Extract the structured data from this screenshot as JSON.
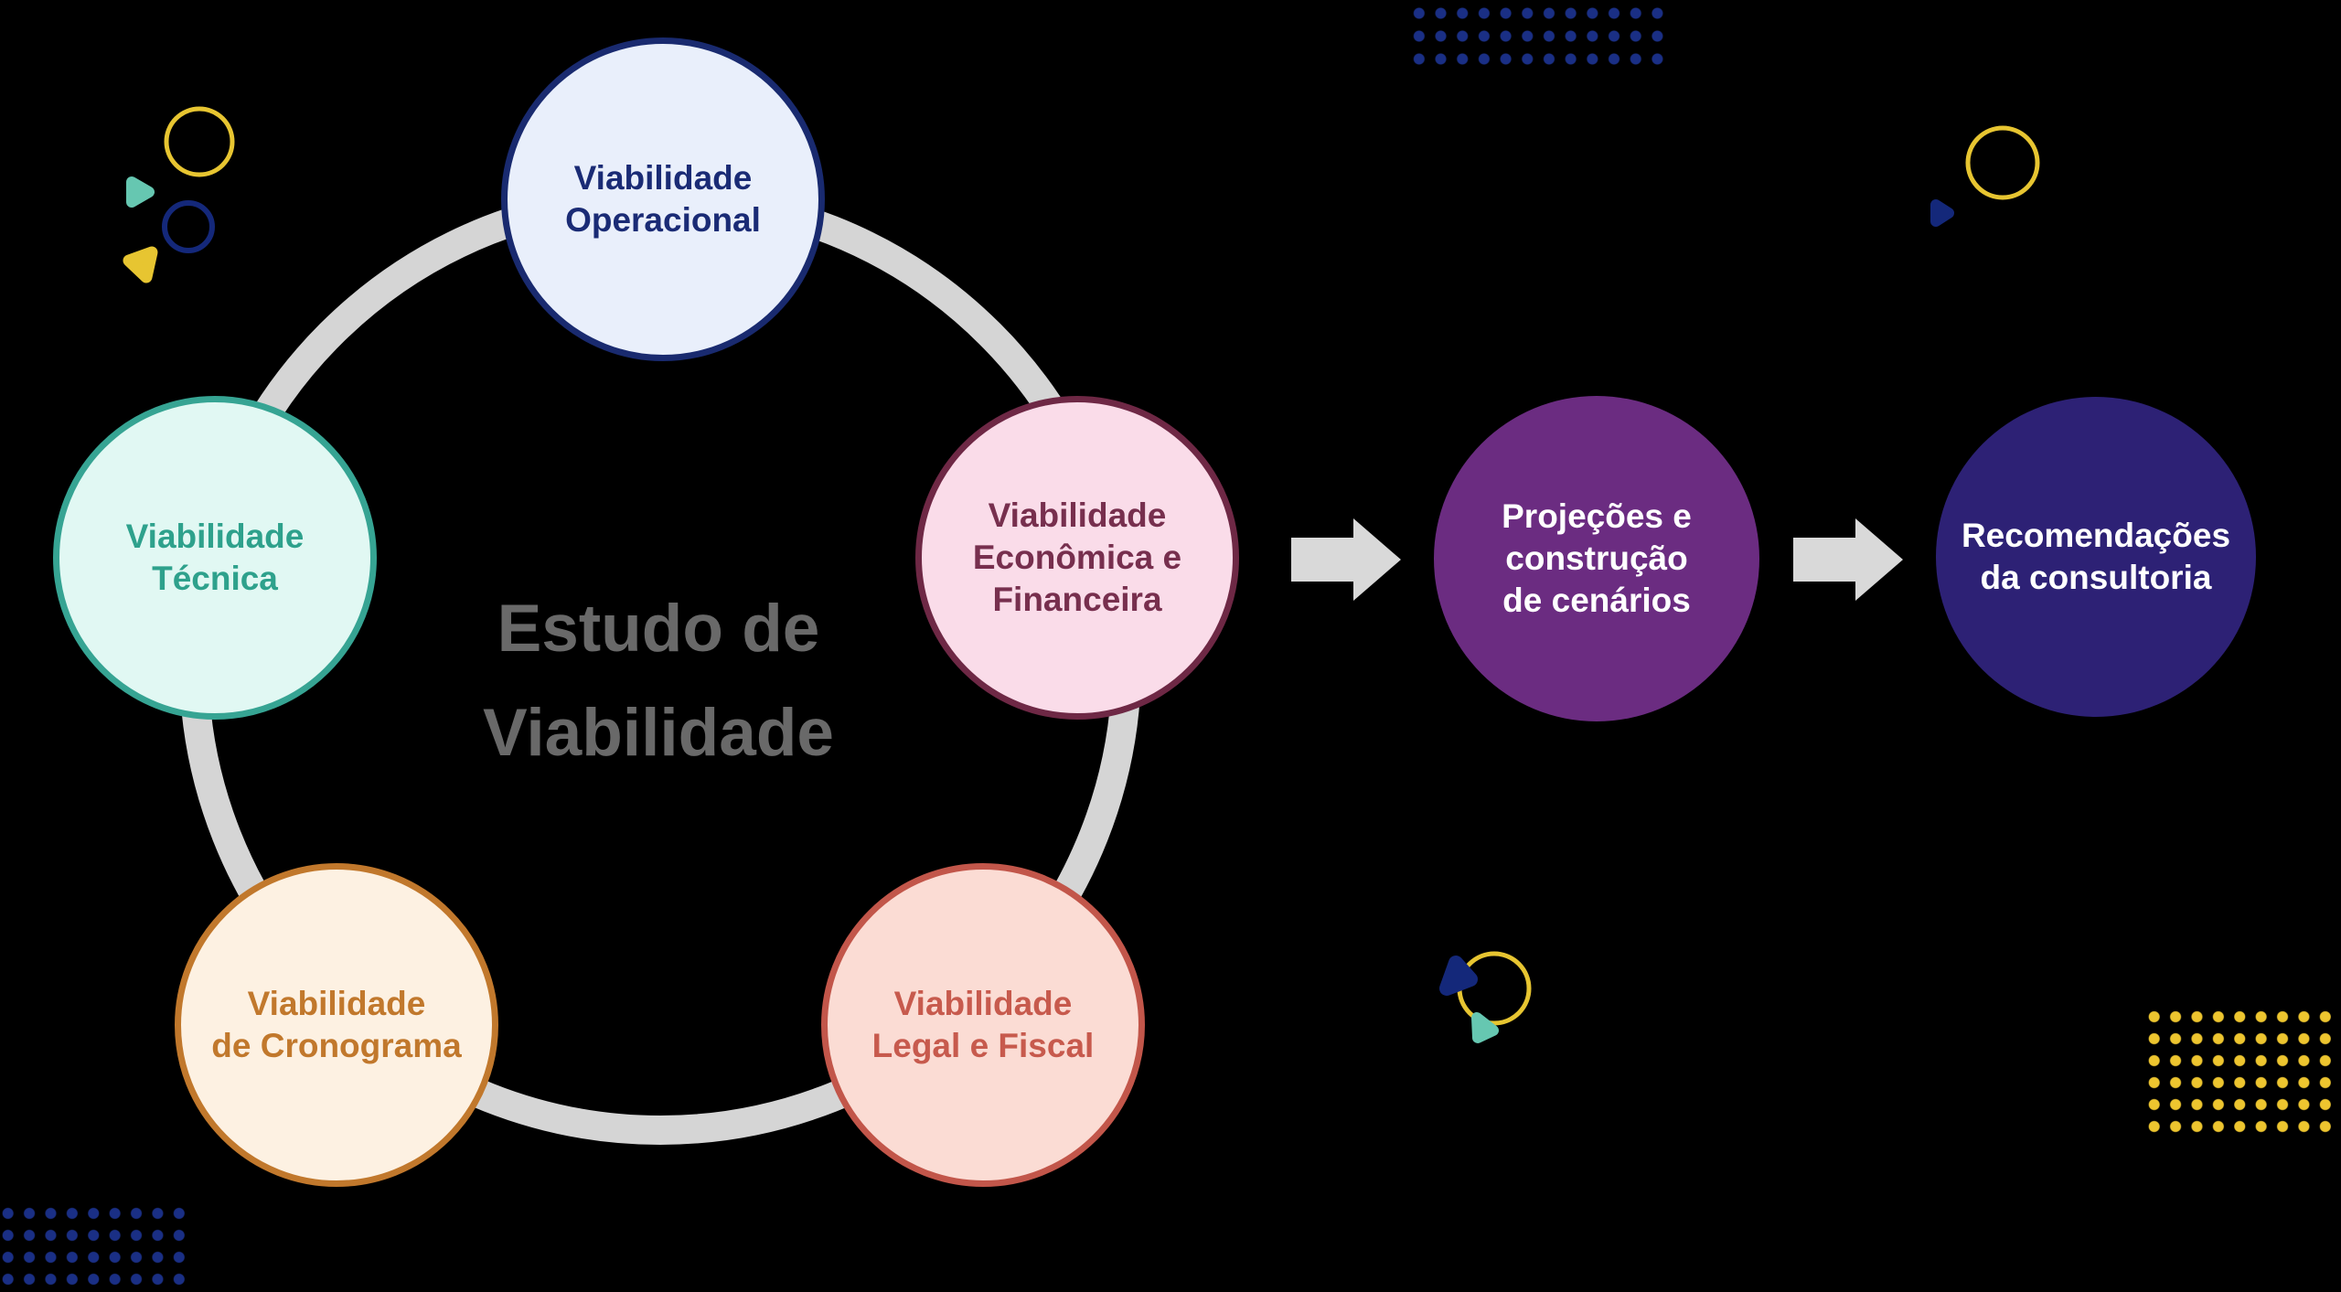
{
  "background_color": "#000000",
  "center": {
    "title": "Estudo de\nViabilidade",
    "text_color": "#696969"
  },
  "cycle": {
    "ring_color": "#D5D5D5",
    "nodes": [
      {
        "id": "operacional",
        "label": "Viabilidade\nOperacional",
        "fill": "#E9EFFB",
        "border": "#192A6F",
        "text_color": "#1A2B75",
        "position": "top"
      },
      {
        "id": "tecnica",
        "label": "Viabilidade\nTécnica",
        "fill": "#E1F8F3",
        "border": "#36A493",
        "text_color": "#2EA18C",
        "position": "left"
      },
      {
        "id": "economica",
        "label": "Viabilidade\nEconômica e\nFinanceira",
        "fill": "#FADCE9",
        "border": "#6E2845",
        "text_color": "#772F4E",
        "position": "right"
      },
      {
        "id": "cronograma",
        "label": "Viabilidade\nde Cronograma",
        "fill": "#FDF1E2",
        "border": "#C1782C",
        "text_color": "#C1782C",
        "position": "bottom-left"
      },
      {
        "id": "legal",
        "label": "Viabilidade\nLegal e Fiscal",
        "fill": "#FBDCD4",
        "border": "#C2564A",
        "text_color": "#C75A4D",
        "position": "bottom-right"
      }
    ]
  },
  "flow": {
    "arrow_color": "#D9D9D9",
    "steps": [
      {
        "id": "projecoes",
        "label": "Projeções e\nconstrução\nde cenários",
        "fill": "#6B2C81",
        "text_color": "#FFFFFF"
      },
      {
        "id": "recomendacoes",
        "label": "Recomendações\nda consultoria",
        "fill": "#2D2175",
        "text_color": "#FFFFFF"
      }
    ]
  },
  "decor": {
    "colors": {
      "navy": "#14287A",
      "yellow": "#E7C531",
      "teal": "#66C7B1"
    },
    "dot_grids": [
      {
        "position": "top-right",
        "color": "#1A2F85",
        "cols": 12,
        "rows": 3
      },
      {
        "position": "bottom-left",
        "color": "#1A2F85",
        "cols": 9,
        "rows": 4
      },
      {
        "position": "bottom-right",
        "color": "#EDC52F",
        "cols": 9,
        "rows": 6
      }
    ]
  }
}
